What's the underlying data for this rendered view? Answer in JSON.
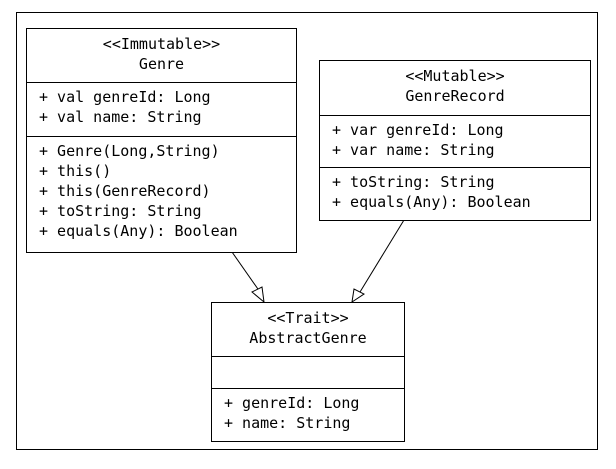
{
  "classes": {
    "genre": {
      "stereotype": "<<Immutable>>",
      "name": "Genre",
      "attributes": [
        "+ val genreId: Long",
        "+ val name: String"
      ],
      "operations": [
        "+ Genre(Long,String)",
        "+ this()",
        "+ this(GenreRecord)",
        "+ toString: String",
        "+ equals(Any): Boolean"
      ]
    },
    "genre_record": {
      "stereotype": "<<Mutable>>",
      "name": "GenreRecord",
      "attributes": [
        "+ var genreId: Long",
        "+ var name: String"
      ],
      "operations": [
        "+ toString: String",
        "+ equals(Any): Boolean"
      ]
    },
    "abstract_genre": {
      "stereotype": "<<Trait>>",
      "name": "AbstractGenre",
      "attributes": [],
      "operations": [
        "+ genreId: Long",
        "+ name: String"
      ]
    }
  },
  "relations": [
    {
      "from": "Genre",
      "to": "AbstractGenre",
      "type": "generalization"
    },
    {
      "from": "GenreRecord",
      "to": "AbstractGenre",
      "type": "generalization"
    }
  ],
  "colors": {
    "stroke": "#000000",
    "fill": "#ffffff"
  }
}
